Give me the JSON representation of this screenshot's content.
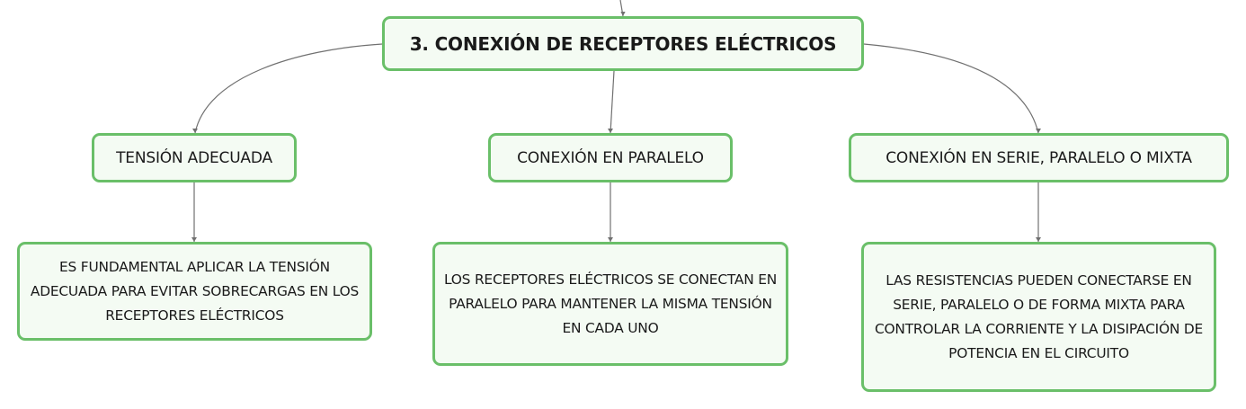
{
  "map": {
    "root": "3. CONEXIÓN DE RECEPTORES ELÉCTRICOS",
    "branches": [
      {
        "label": "TENSIÓN ADECUADA",
        "detail": "ES FUNDAMENTAL APLICAR LA TENSIÓN ADECUADA PARA EVITAR SOBRECARGAS EN LOS RECEPTORES ELÉCTRICOS"
      },
      {
        "label": "CONEXIÓN EN PARALELO",
        "detail": "LOS RECEPTORES ELÉCTRICOS SE CONECTAN EN PARALELO PARA MANTENER LA MISMA TENSIÓN EN CADA UNO"
      },
      {
        "label": "CONEXIÓN EN SERIE, PARALELO O MIXTA",
        "detail": "LAS RESISTENCIAS PUEDEN CONECTARSE EN SERIE, PARALELO O DE FORMA MIXTA PARA CONTROLAR LA CORRIENTE Y LA DISIPACIÓN DE POTENCIA EN EL CIRCUITO"
      }
    ]
  },
  "colors": {
    "node_border": "#6abf69",
    "node_fill": "#f4fbf3",
    "connector": "#707070"
  }
}
